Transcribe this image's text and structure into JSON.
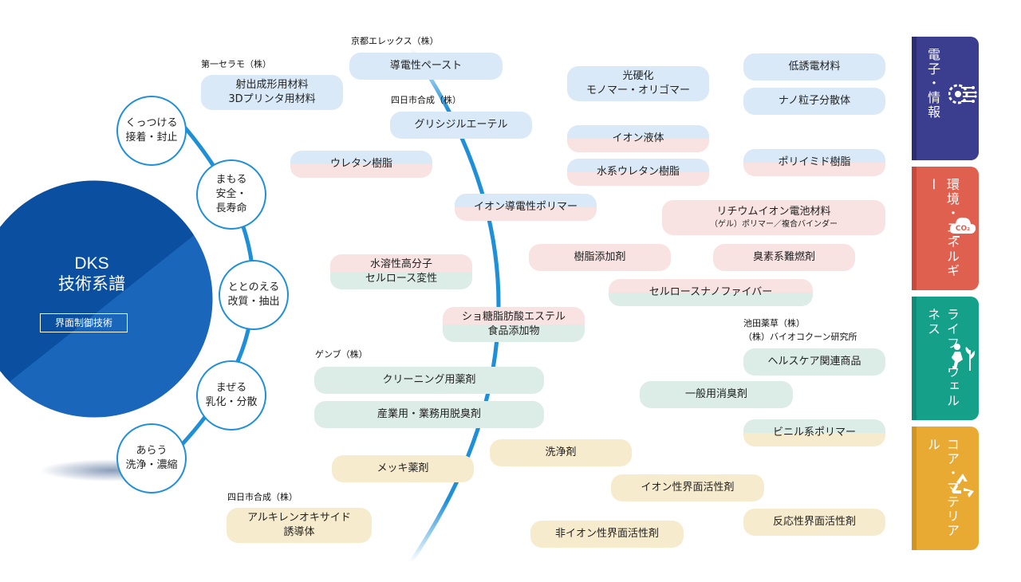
{
  "center": {
    "title_line1": "DKS",
    "title_line2": "技術系譜",
    "subtitle": "界面制御技術"
  },
  "capabilities": [
    {
      "line1": "くっつける",
      "line2": "接着・封止"
    },
    {
      "line1": "まもる",
      "line2": "安全・",
      "line3": "長寿命"
    },
    {
      "line1": "ととのえる",
      "line2": "改質・抽出"
    },
    {
      "line1": "まぜる",
      "line2": "乳化・分散"
    },
    {
      "line1": "あらう",
      "line2": "洗浄・濃縮"
    }
  ],
  "companies": {
    "kyoto_elex": "京都エレックス（株）",
    "daiichi_ceramo": "第一セラモ（株）",
    "yokkaichi_1": "四日市合成（株）",
    "gembu": "ゲンブ（株）",
    "yokkaichi_2": "四日市合成（株）",
    "ikeda": "池田薬草（株）",
    "bio_cocoon": "（株）バイオコクーン研究所"
  },
  "products": {
    "conductive_paste": "導電性ペースト",
    "injection_material_1": "射出成形用材料",
    "injection_material_2": "3Dプリンタ用材料",
    "glycidyl_ether": "グリシジルエーテル",
    "urethane_resin": "ウレタン樹脂",
    "photo_curing_1": "光硬化",
    "photo_curing_2": "モノマー・オリゴマー",
    "low_dielectric": "低誘電材料",
    "nano_dispersion": "ナノ粒子分散体",
    "ionic_liquid": "イオン液体",
    "water_urethane": "水系ウレタン樹脂",
    "polyimide": "ポリイミド樹脂",
    "ion_polymer": "イオン導電性ポリマー",
    "lithium_1": "リチウムイオン電池材料",
    "lithium_2": "（ゲル）ポリマー／複合バインダー",
    "resin_additive": "樹脂添加剤",
    "bromine_flame": "臭素系難燃剤",
    "water_soluble_1": "水溶性高分子",
    "water_soluble_2": "セルロース変性",
    "cellulose_nano": "セルロースナノファイバー",
    "sucrose_1": "ショ糖脂肪酸エステル",
    "sucrose_2": "食品添加物",
    "healthcare": "ヘルスケア関連商品",
    "deodorant_general": "一般用消臭剤",
    "cleaning_agent": "クリーニング用薬剤",
    "industrial_deodorant": "産業用・業務用脱臭剤",
    "vinyl_polymer": "ビニル系ポリマー",
    "detergent": "洗浄剤",
    "plating_agent": "メッキ薬剤",
    "ionic_surfactant": "イオン性界面活性剤",
    "reactive_surfactant": "反応性界面活性剤",
    "alkylene_1": "アルキレンオキサイド",
    "alkylene_2": "誘導体",
    "nonionic_surfactant": "非イオン性界面活性剤"
  },
  "categories": [
    {
      "label": "電子・情報",
      "color": "#3b3e8f",
      "strip": "#2a2d74",
      "icon": "gear-circuit-icon"
    },
    {
      "label": "環境・エネルギー",
      "color": "#e0604f",
      "strip": "#c94a3a",
      "icon": "co2-cloud-icon"
    },
    {
      "label": "ライフ・ウェルネス",
      "color": "#15a08a",
      "strip": "#0e8c77",
      "icon": "person-plant-icon"
    },
    {
      "label": "コア・マテリアル",
      "color": "#e8aa33",
      "strip": "#d49420",
      "icon": "recycle-icon"
    }
  ],
  "colors": {
    "arc_blue": "#1f8fd8",
    "center_dark": "#0b4fa0",
    "center_light": "#1a66bb"
  }
}
